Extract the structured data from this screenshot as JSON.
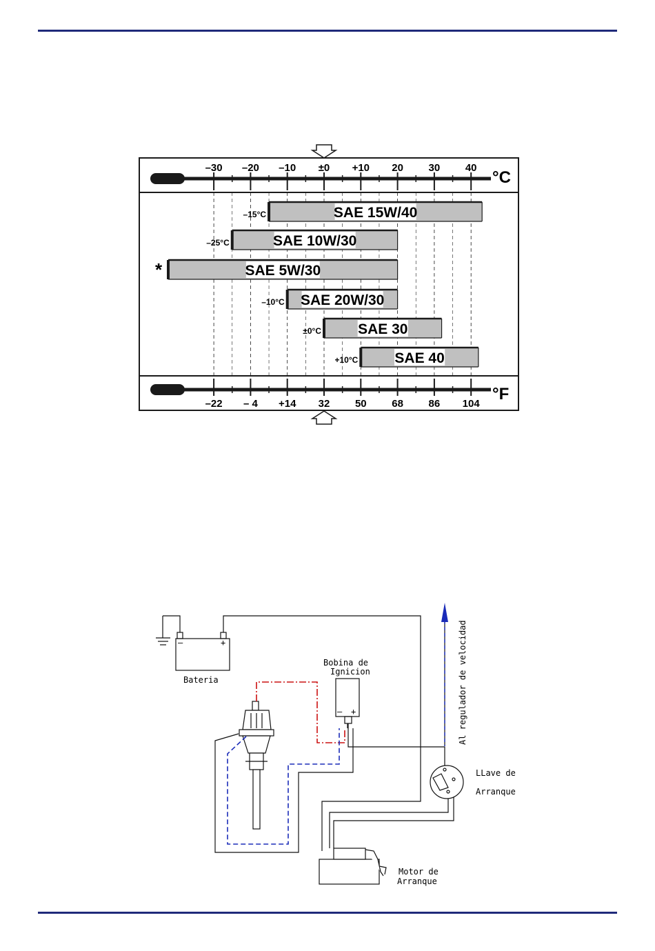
{
  "oil_chart": {
    "celsius": {
      "unit": "°C",
      "ticks": [
        {
          "value": -30,
          "label": "–30"
        },
        {
          "value": -20,
          "label": "–20"
        },
        {
          "value": -10,
          "label": "–10"
        },
        {
          "value": 0,
          "label": "±0"
        },
        {
          "value": 10,
          "label": "+10"
        },
        {
          "value": 20,
          "label": "20"
        },
        {
          "value": 30,
          "label": "30"
        },
        {
          "value": 40,
          "label": "40"
        }
      ]
    },
    "fahrenheit": {
      "unit": "°F",
      "ticks": [
        {
          "value": -22,
          "label": "–22"
        },
        {
          "value": -4,
          "label": "– 4"
        },
        {
          "value": 14,
          "label": "+14"
        },
        {
          "value": 32,
          "label": "32"
        },
        {
          "value": 50,
          "label": "50"
        },
        {
          "value": 68,
          "label": "68"
        },
        {
          "value": 86,
          "label": "86"
        },
        {
          "value": 104,
          "label": "104"
        }
      ]
    },
    "bars": [
      {
        "grade": "SAE 15W/40",
        "min_c": -15,
        "max_c": 43,
        "start_label": "–15°C"
      },
      {
        "grade": "SAE 10W/30",
        "min_c": -25,
        "max_c": 20,
        "start_label": "–25°C"
      },
      {
        "grade": "SAE 5W/30",
        "min_c": -42,
        "max_c": 20,
        "start_label": "*"
      },
      {
        "grade": "SAE 20W/30",
        "min_c": -10,
        "max_c": 20,
        "start_label": "–10°C"
      },
      {
        "grade": "SAE 30",
        "min_c": 0,
        "max_c": 32,
        "start_label": "±0°C"
      },
      {
        "grade": "SAE 40",
        "min_c": 10,
        "max_c": 42,
        "start_label": "+10°C"
      }
    ],
    "colors": {
      "bar_fill": "#c0c0c0",
      "ink": "#1a1a1a"
    }
  },
  "wiring": {
    "labels": {
      "battery": "Bateria",
      "coil_line1": "Bobina de",
      "coil_line2": "Ignicion",
      "speed_regulator": "Al regulador de velocidad",
      "key_line1": "LLave de",
      "key_line2": "Arranque",
      "starter_line1": "Motor de",
      "starter_line2": "Arranque",
      "minus": "–",
      "plus": "+"
    },
    "colors": {
      "red_wire": "#cc1111",
      "blue_wire": "#1a2bb8",
      "arrow": "#1a2bb8",
      "wire": "#111111"
    }
  },
  "page": {
    "rule_color": "#1f2a7a"
  }
}
